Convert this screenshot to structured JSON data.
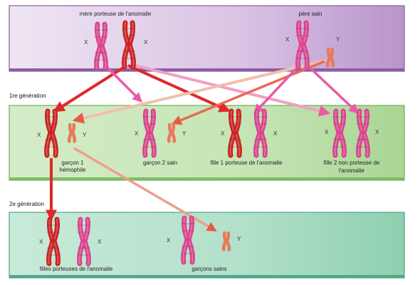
{
  "generation1_label": "1re génération",
  "generation2_label": "2e génération",
  "parents": {
    "mother": "mère porteuse de l'anomalie",
    "father": "père sain"
  },
  "generation1": {
    "son1_line1": "garçon 1",
    "son1_line2": "hémophile",
    "son2": "garçon 2 sain",
    "daughter1": "fille 1 porteuse  de l'anomalie",
    "daughter2_line1": "fille 2 non porteuse de",
    "daughter2_line2": "l'anomalie"
  },
  "generation2": {
    "daughters": "filles porteuses de l'anomalie",
    "sons": "garçons sains"
  },
  "chromosome_letters": {
    "x": "X",
    "y": "Y"
  },
  "colors": {
    "band_parents": "#c9a6d6",
    "band_gen1": "#b7dca5",
    "band_gen2": "#9ed6bd",
    "chromosome_normal_x": "#d9458f",
    "chromosome_affected_x": "#cc2222",
    "chromosome_y": "#e87a5a",
    "arrow_red": "#e03030",
    "arrow_pink": "#e95aa6"
  }
}
